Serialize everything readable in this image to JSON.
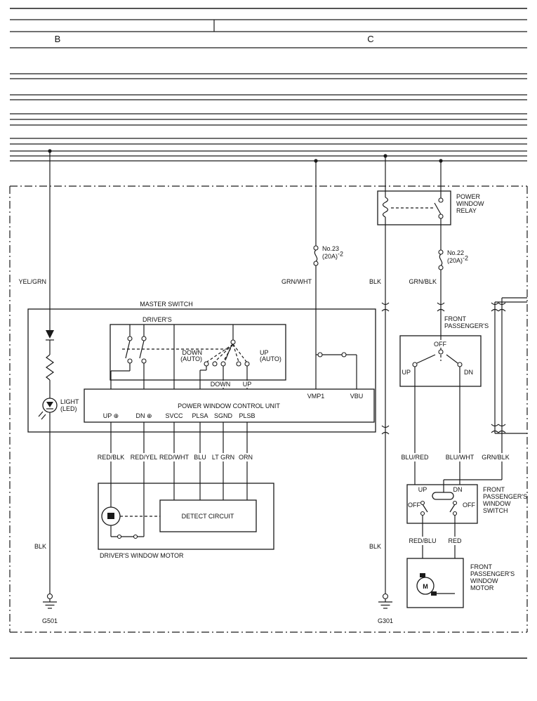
{
  "colors": {
    "line": "#1a1a1a",
    "background": "#ffffff"
  },
  "sections": {
    "b": "B",
    "c": "C"
  },
  "relay": {
    "lines": [
      "POWER",
      "WINDOW",
      "RELAY"
    ]
  },
  "fuses": {
    "f23": {
      "name": "No.23",
      "amp": "(20A)",
      "exp": "-2"
    },
    "f22": {
      "name": "No.22",
      "amp": "(20A)",
      "exp": "-2"
    }
  },
  "wires": {
    "yel_grn": "YEL/GRN",
    "grn_wht": "GRN/WHT",
    "blk_relay": "BLK",
    "grn_blk": "GRN/BLK",
    "red_blk": "RED/BLK",
    "red_yel": "RED/YEL",
    "red_wht": "RED/WHT",
    "blu": "BLU",
    "lt_grn": "LT GRN",
    "orn": "ORN",
    "blu_red": "BLU/RED",
    "blu_wht": "BLU/WHT",
    "grn_blk_right": "GRN/BLK",
    "red_blu": "RED/BLU",
    "red": "RED",
    "blk_g501": "BLK",
    "blk_g301": "BLK"
  },
  "master_switch": {
    "title": "MASTER SWITCH",
    "drivers": "DRIVER'S",
    "down": "DOWN",
    "up": "UP",
    "auto": "(AUTO)",
    "light1": "LIGHT",
    "light2": "(LED)",
    "control_unit": "POWER WINDOW CONTROL UNIT",
    "t_up": "UP ⊕",
    "t_dn": "DN ⊕",
    "t_svcc": "SVCC",
    "t_plsa": "PLSA",
    "t_sgnd": "SGND",
    "t_plsb": "PLSB",
    "t_vmp1": "VMP1",
    "t_vbu": "VBU"
  },
  "driver_motor": {
    "detect": "DETECT CIRCUIT",
    "label": "DRIVER'S WINDOW MOTOR"
  },
  "fp_switch": {
    "line1": "FRONT",
    "line2": "PASSENGER'S",
    "off": "OFF",
    "up": "UP",
    "dn": "DN"
  },
  "fp_window_switch": {
    "up": "UP",
    "dn": "DN",
    "off_l": "OFF",
    "off_r": "OFF",
    "label": [
      "FRONT",
      "PASSENGER'S",
      "WINDOW",
      "SWITCH"
    ]
  },
  "fp_motor": {
    "m": "M",
    "label": [
      "FRONT",
      "PASSENGER'S",
      "WINDOW",
      "MOTOR"
    ]
  },
  "grounds": {
    "g501": "G501",
    "g301": "G301"
  }
}
